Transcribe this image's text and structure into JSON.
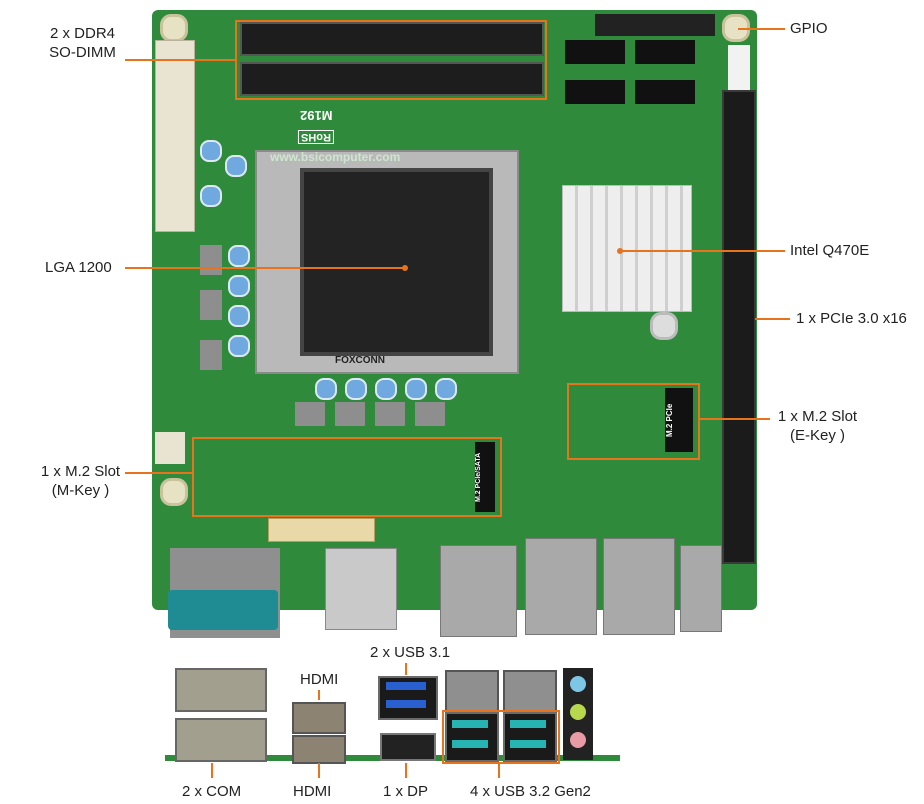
{
  "title": "Mini-ITX motherboard layout with connector callouts",
  "board_markings": {
    "model": "M192",
    "rohs": "RoHS",
    "website": "www.bsicomputer.com",
    "socket_brand": "FOXCONN",
    "m2_m_key": "M.2 PCIe/SATA",
    "m2_e_key": "M.2 PCIe"
  },
  "callouts": {
    "ddr4": [
      "2 x DDR4",
      "SO-DIMM"
    ],
    "gpio": "GPIO",
    "lga": "LGA 1200",
    "chipset": "Intel Q470E",
    "pcie": "1 x PCIe 3.0 x16",
    "m2_e": [
      "1 x M.2 Slot",
      "(E-Key )"
    ],
    "m2_m": [
      "1 x M.2 Slot",
      "(M-Key )"
    ]
  },
  "io_labels": {
    "com": "2 x COM",
    "hdmi_top": "HDMI",
    "hdmi_bottom": "HDMI",
    "usb31": "2 x USB 3.1",
    "dp": "1 x DP",
    "usb32": "4 x USB 3.2 Gen2"
  },
  "colors": {
    "accent": "#e8731d",
    "pcb": "#2f8a3c"
  }
}
